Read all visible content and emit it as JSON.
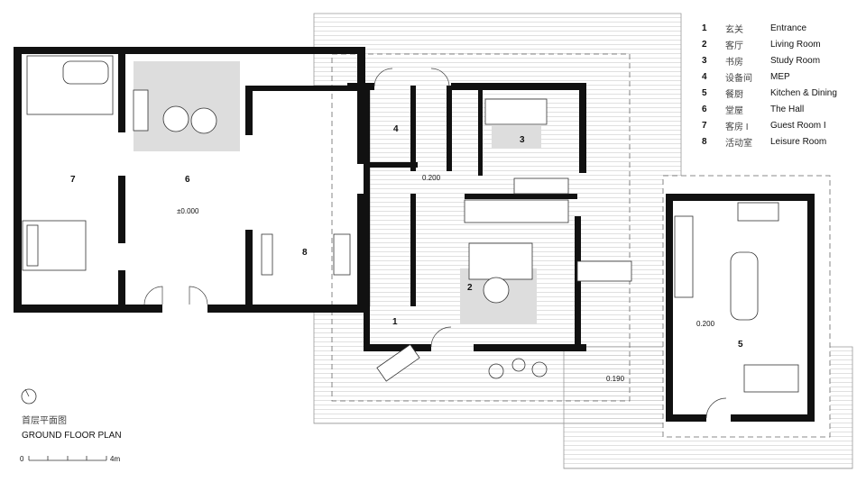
{
  "legend": [
    {
      "num": "1",
      "cn": "玄关",
      "en": "Entrance"
    },
    {
      "num": "2",
      "cn": "客厅",
      "en": "Living Room"
    },
    {
      "num": "3",
      "cn": "书房",
      "en": "Study Room"
    },
    {
      "num": "4",
      "cn": "设备间",
      "en": "MEP"
    },
    {
      "num": "5",
      "cn": "餐厨",
      "en": "Kitchen & Dining"
    },
    {
      "num": "6",
      "cn": "堂屋",
      "en": "The Hall"
    },
    {
      "num": "7",
      "cn": "客房 I",
      "en": "Guest Room I"
    },
    {
      "num": "8",
      "cn": "活动室",
      "en": "Leisure Room"
    }
  ],
  "room_labels": [
    "1",
    "2",
    "3",
    "4",
    "5",
    "6",
    "7",
    "8"
  ],
  "levels": {
    "hall": "±0.000",
    "central": "0.200",
    "kitchen": "0.200",
    "deck": "0.190"
  },
  "title_cn": "首层平面图",
  "title_en": "GROUND FLOOR PLAN",
  "scale": {
    "start": "0",
    "end": "4m"
  }
}
